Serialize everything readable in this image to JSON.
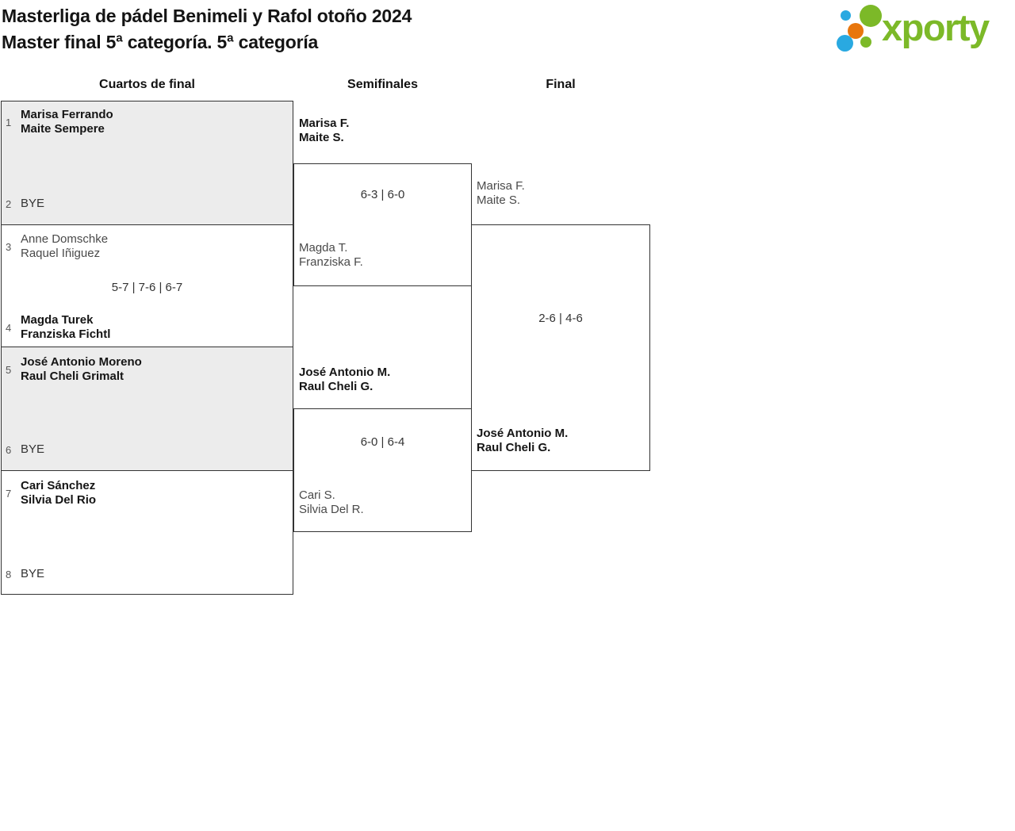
{
  "header": {
    "title_line1": "Masterliga de pádel Benimeli y Rafol otoño 2024",
    "title_line2": "Master final 5ª categoría. 5ª categoría"
  },
  "logo": {
    "brand": "xporty"
  },
  "colors": {
    "brand_green": "#7cb928",
    "brand_blue": "#29a9e1",
    "brand_orange": "#e8760d",
    "box_gray": "#ececec",
    "border": "#333333"
  },
  "rounds": {
    "r1": "Cuartos de final",
    "r2": "Semifinales",
    "r3": "Final"
  },
  "qf": [
    {
      "top": {
        "seed": "1",
        "p1": "Marisa Ferrando",
        "p2": "Maite Sempere"
      },
      "bottom": {
        "seed": "2",
        "p1": "BYE"
      }
    },
    {
      "top": {
        "seed": "3",
        "p1": "Anne Domschke",
        "p2": "Raquel Iñiguez"
      },
      "bottom": {
        "seed": "4",
        "p1": "Magda Turek",
        "p2": "Franziska Fichtl"
      },
      "score": "5-7 | 7-6 | 6-7"
    },
    {
      "top": {
        "seed": "5",
        "p1": "José Antonio Moreno",
        "p2": "Raul Cheli Grimalt"
      },
      "bottom": {
        "seed": "6",
        "p1": "BYE"
      }
    },
    {
      "top": {
        "seed": "7",
        "p1": "Cari Sánchez",
        "p2": "Silvia Del Rio"
      },
      "bottom": {
        "seed": "8",
        "p1": "BYE"
      }
    }
  ],
  "sf": [
    {
      "top": {
        "p1": "Marisa F.",
        "p2": "Maite S."
      },
      "bottom": {
        "p1": "Magda T.",
        "p2": "Franziska F."
      },
      "score": "6-3 | 6-0"
    },
    {
      "top": {
        "p1": "José Antonio M.",
        "p2": "Raul Cheli G."
      },
      "bottom": {
        "p1": "Cari S.",
        "p2": "Silvia Del R."
      },
      "score": "6-0 | 6-4"
    }
  ],
  "final": {
    "top": {
      "p1": "Marisa F.",
      "p2": "Maite S."
    },
    "bottom": {
      "p1": "José Antonio M.",
      "p2": "Raul Cheli G."
    },
    "score": "2-6 | 4-6"
  }
}
